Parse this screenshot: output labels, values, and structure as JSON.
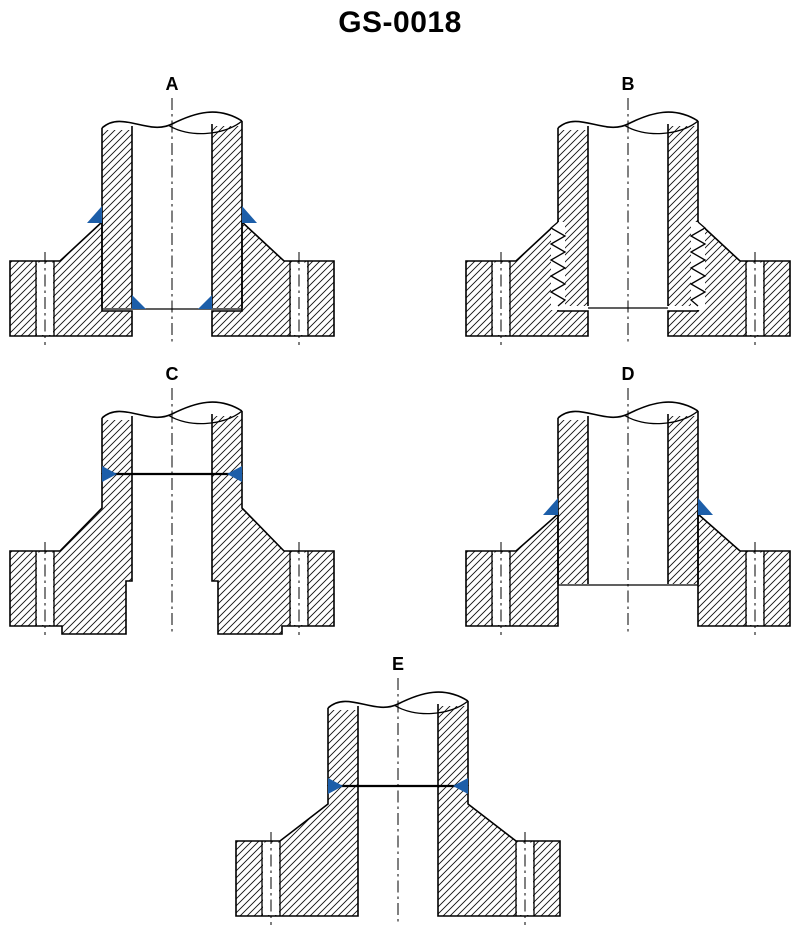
{
  "title": "GS-0018",
  "figures": [
    {
      "label": "A"
    },
    {
      "label": "B"
    },
    {
      "label": "C"
    },
    {
      "label": "D"
    },
    {
      "label": "E"
    }
  ],
  "colors": {
    "weld_blue": "#1c5ea9",
    "line": "#000000",
    "background": "#ffffff"
  }
}
